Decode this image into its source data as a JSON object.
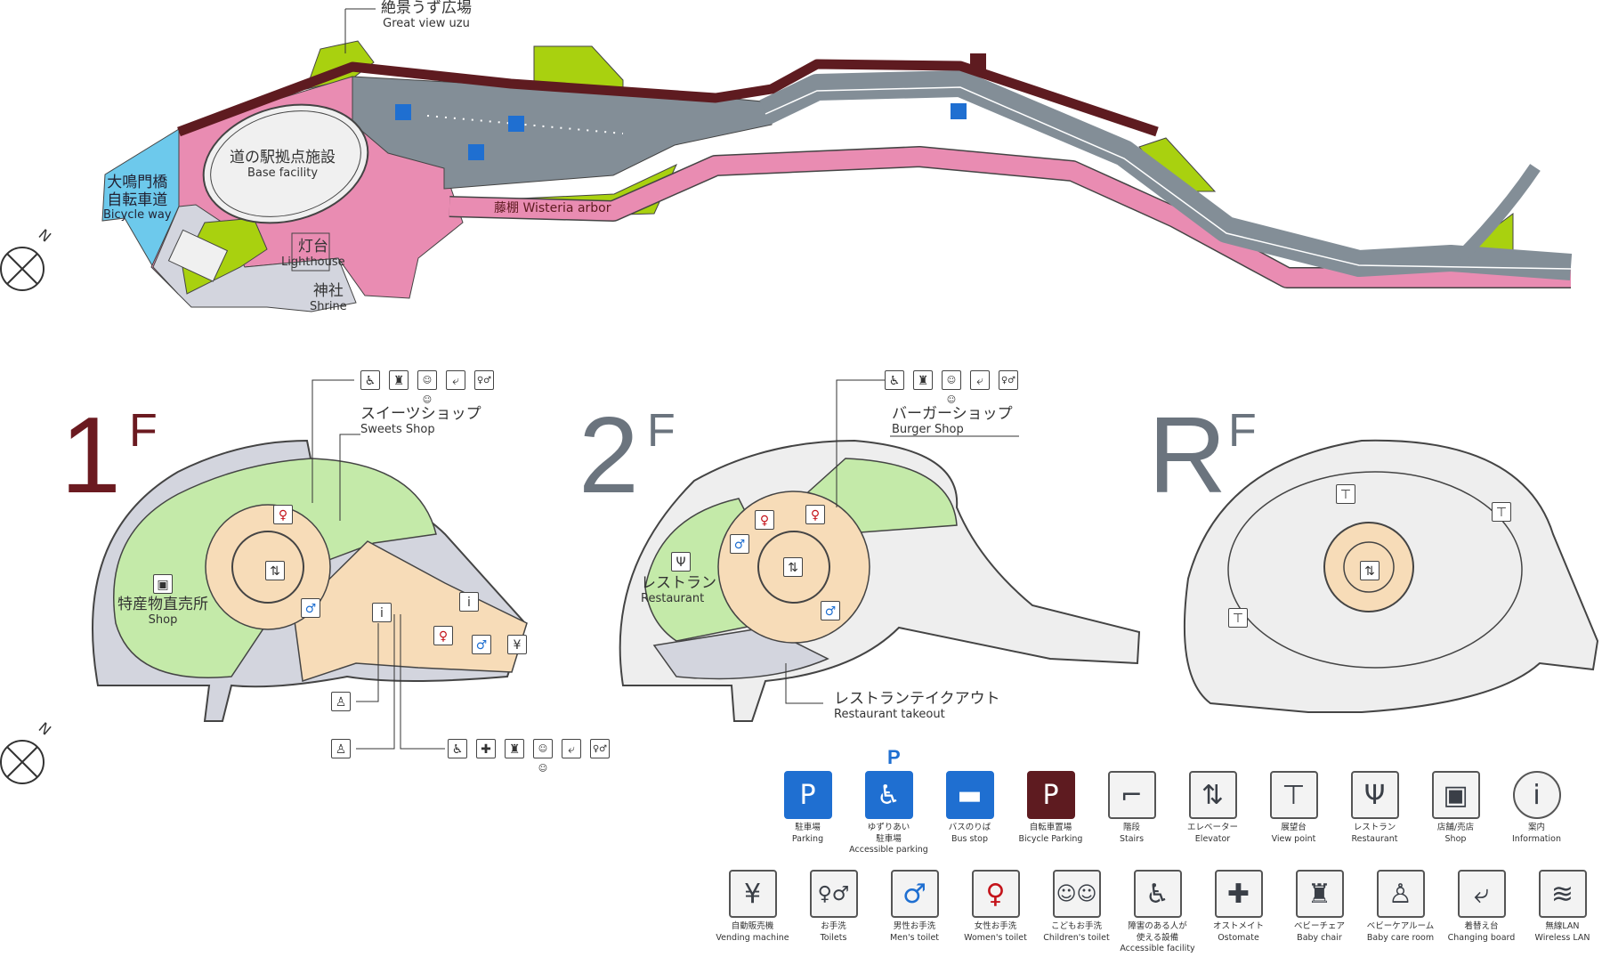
{
  "colors": {
    "road": "#838e97",
    "path": "#5e1b20",
    "walk": "#e98cb2",
    "green": "#a9d10f",
    "bike": "#6dc9ec",
    "paved": "#d3d5de",
    "shop": "#c4eaa9",
    "core": "#f7dcb8",
    "blue": "#1f6fd1",
    "red": "#c4141b"
  },
  "overview": {
    "great_view": {
      "jp": "絶景うず広場",
      "en": "Great view uzu"
    },
    "bicycle_way": {
      "jp1": "大鳴門橋",
      "jp2": "自転車道",
      "en": "Bicycle way"
    },
    "base_facility": {
      "jp": "道の駅拠点施設",
      "en": "Base facility"
    },
    "lighthouse": {
      "jp": "灯台",
      "en": "Lighthouse"
    },
    "shrine": {
      "jp": "神社",
      "en": "Shrine"
    },
    "wisteria": {
      "jp": "藤棚",
      "en": "Wisteria arbor"
    },
    "compass": "N"
  },
  "floors": {
    "f1": {
      "num": "1",
      "sup": "F",
      "sweets": {
        "jp": "スイーツショップ",
        "en": "Sweets Shop"
      },
      "shop": {
        "jp": "特産物直売所",
        "en": "Shop"
      }
    },
    "f2": {
      "num": "2",
      "sup": "F",
      "burger": {
        "jp": "バーガーショップ",
        "en": "Burger Shop"
      },
      "restaurant": {
        "jp": "レストラン",
        "en": "Restaurant"
      },
      "takeout": {
        "jp": "レストランテイクアウト",
        "en": "Restaurant takeout"
      }
    },
    "rf": {
      "num": "R",
      "sup": "F"
    },
    "compass": "N"
  },
  "legend": {
    "accessible_p": "P",
    "row1": [
      {
        "icon": "parking-icon",
        "jp": "駐車場",
        "en": "Parking"
      },
      {
        "icon": "accessible-parking-icon",
        "jp": "ゆずりあい",
        "jp2": "駐車場",
        "en": "Accessible parking"
      },
      {
        "icon": "bus-icon",
        "jp": "バスのりば",
        "en": "Bus stop"
      },
      {
        "icon": "bicycle-parking-icon",
        "jp": "自転車置場",
        "en": "Bicycle Parking"
      },
      {
        "icon": "stairs-icon",
        "jp": "階段",
        "en": "Stairs"
      },
      {
        "icon": "elevator-icon",
        "jp": "エレベーター",
        "en": "Elevator"
      },
      {
        "icon": "view-point-icon",
        "jp": "展望台",
        "en": "View point"
      },
      {
        "icon": "restaurant-icon",
        "jp": "レストラン",
        "en": "Restaurant"
      },
      {
        "icon": "shop-icon",
        "jp": "店舗/売店",
        "en": "Shop"
      },
      {
        "icon": "information-icon",
        "jp": "案内",
        "en": "Information"
      }
    ],
    "row2": [
      {
        "icon": "vending-machine-icon",
        "jp": "自動販売機",
        "en": "Vending machine"
      },
      {
        "icon": "toilets-icon",
        "jp": "お手洗",
        "en": "Toilets"
      },
      {
        "icon": "mens-toilet-icon",
        "jp": "男性お手洗",
        "en": "Men's toilet"
      },
      {
        "icon": "womens-toilet-icon",
        "jp": "女性お手洗",
        "en": "Women's toilet"
      },
      {
        "icon": "childrens-toilet-icon",
        "jp": "こどもお手洗",
        "en": "Children's toilet"
      },
      {
        "icon": "accessible-facility-icon",
        "jp": "障害のある人が",
        "jp2": "使える設備",
        "en": "Accessible facility"
      },
      {
        "icon": "ostomate-icon",
        "jp": "オストメイト",
        "en": "Ostomate"
      },
      {
        "icon": "baby-chair-icon",
        "jp": "ベビーチェア",
        "en": "Baby chair"
      },
      {
        "icon": "baby-care-room-icon",
        "jp": "ベビーケアルーム",
        "en": "Baby care room"
      },
      {
        "icon": "changing-board-icon",
        "jp": "着替え台",
        "en": "Changing board"
      },
      {
        "icon": "wireless-lan-icon",
        "jp": "無線LAN",
        "en": "Wireless LAN"
      }
    ]
  }
}
